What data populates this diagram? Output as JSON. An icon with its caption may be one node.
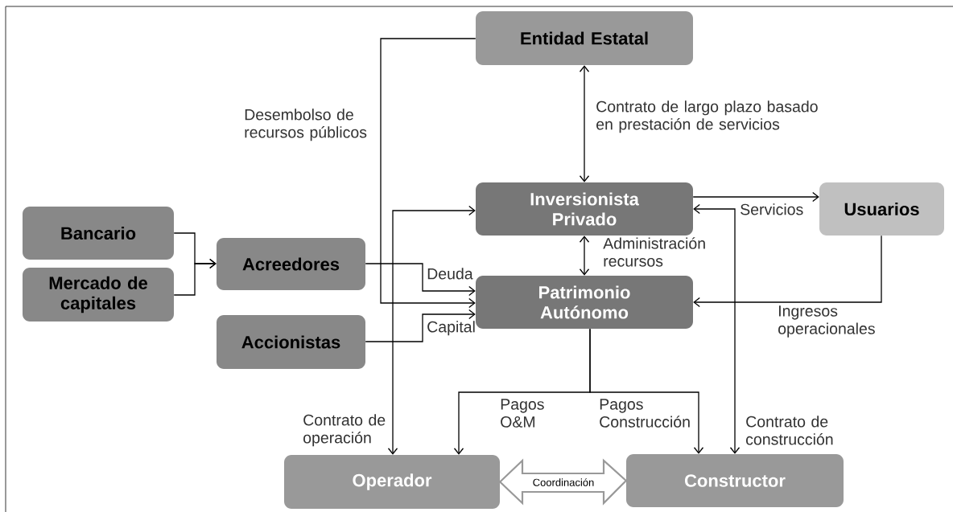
{
  "diagram": {
    "nodes": [
      {
        "text": [
          "Entidad Estatal"
        ]
      },
      {
        "text": [
          "Inversionista Privado"
        ]
      },
      {
        "text": [
          "Usuarios"
        ]
      },
      {
        "text": [
          "Bancario"
        ]
      },
      {
        "text": [
          "Mercado de capitales"
        ]
      },
      {
        "text": [
          "Acreedores"
        ]
      },
      {
        "text": [
          "Accionistas"
        ]
      },
      {
        "text": [
          "Patrimonio Autónomo"
        ]
      },
      {
        "text": [
          "Operador"
        ]
      },
      {
        "text": [
          "Constructor"
        ]
      }
    ],
    "edges": [
      {
        "from": 0,
        "to": 7,
        "arrow": "to",
        "label": "Desembolso de recursos públicos"
      },
      {
        "from": 0,
        "to": 1,
        "arrow": "both",
        "label": "Contrato de largo plazo basado en prestación de servicios"
      },
      {
        "from": 1,
        "to": 2,
        "arrow": "to",
        "label": "Servicios"
      },
      {
        "from": 1,
        "to": 8,
        "arrow": "both",
        "label": "Contrato de operación"
      },
      {
        "from": 1,
        "to": 9,
        "arrow": "both",
        "label": "Contrato de construcción"
      },
      {
        "from": 1,
        "to": 7,
        "arrow": "both",
        "label": "Administración recursos"
      },
      {
        "from": 3,
        "to": 5,
        "arrow": "to"
      },
      {
        "from": 4,
        "to": 5,
        "arrow": "to"
      },
      {
        "from": 5,
        "to": 7,
        "arrow": "to",
        "label": "Deuda"
      },
      {
        "from": 6,
        "to": 7,
        "arrow": "to",
        "label": "Capital"
      },
      {
        "from": 2,
        "to": 7,
        "arrow": "to",
        "label": "Ingresos operacionales"
      },
      {
        "from": 7,
        "to": 8,
        "arrow": "to",
        "label": "Pagos O&M"
      },
      {
        "from": 7,
        "to": 9,
        "arrow": "to",
        "label": "Pagos Construcción"
      },
      {
        "from": 8,
        "to": 9,
        "arrow": "both",
        "label": "Coordinación",
        "style": "thick",
        "color": "#999999"
      }
    ]
  }
}
